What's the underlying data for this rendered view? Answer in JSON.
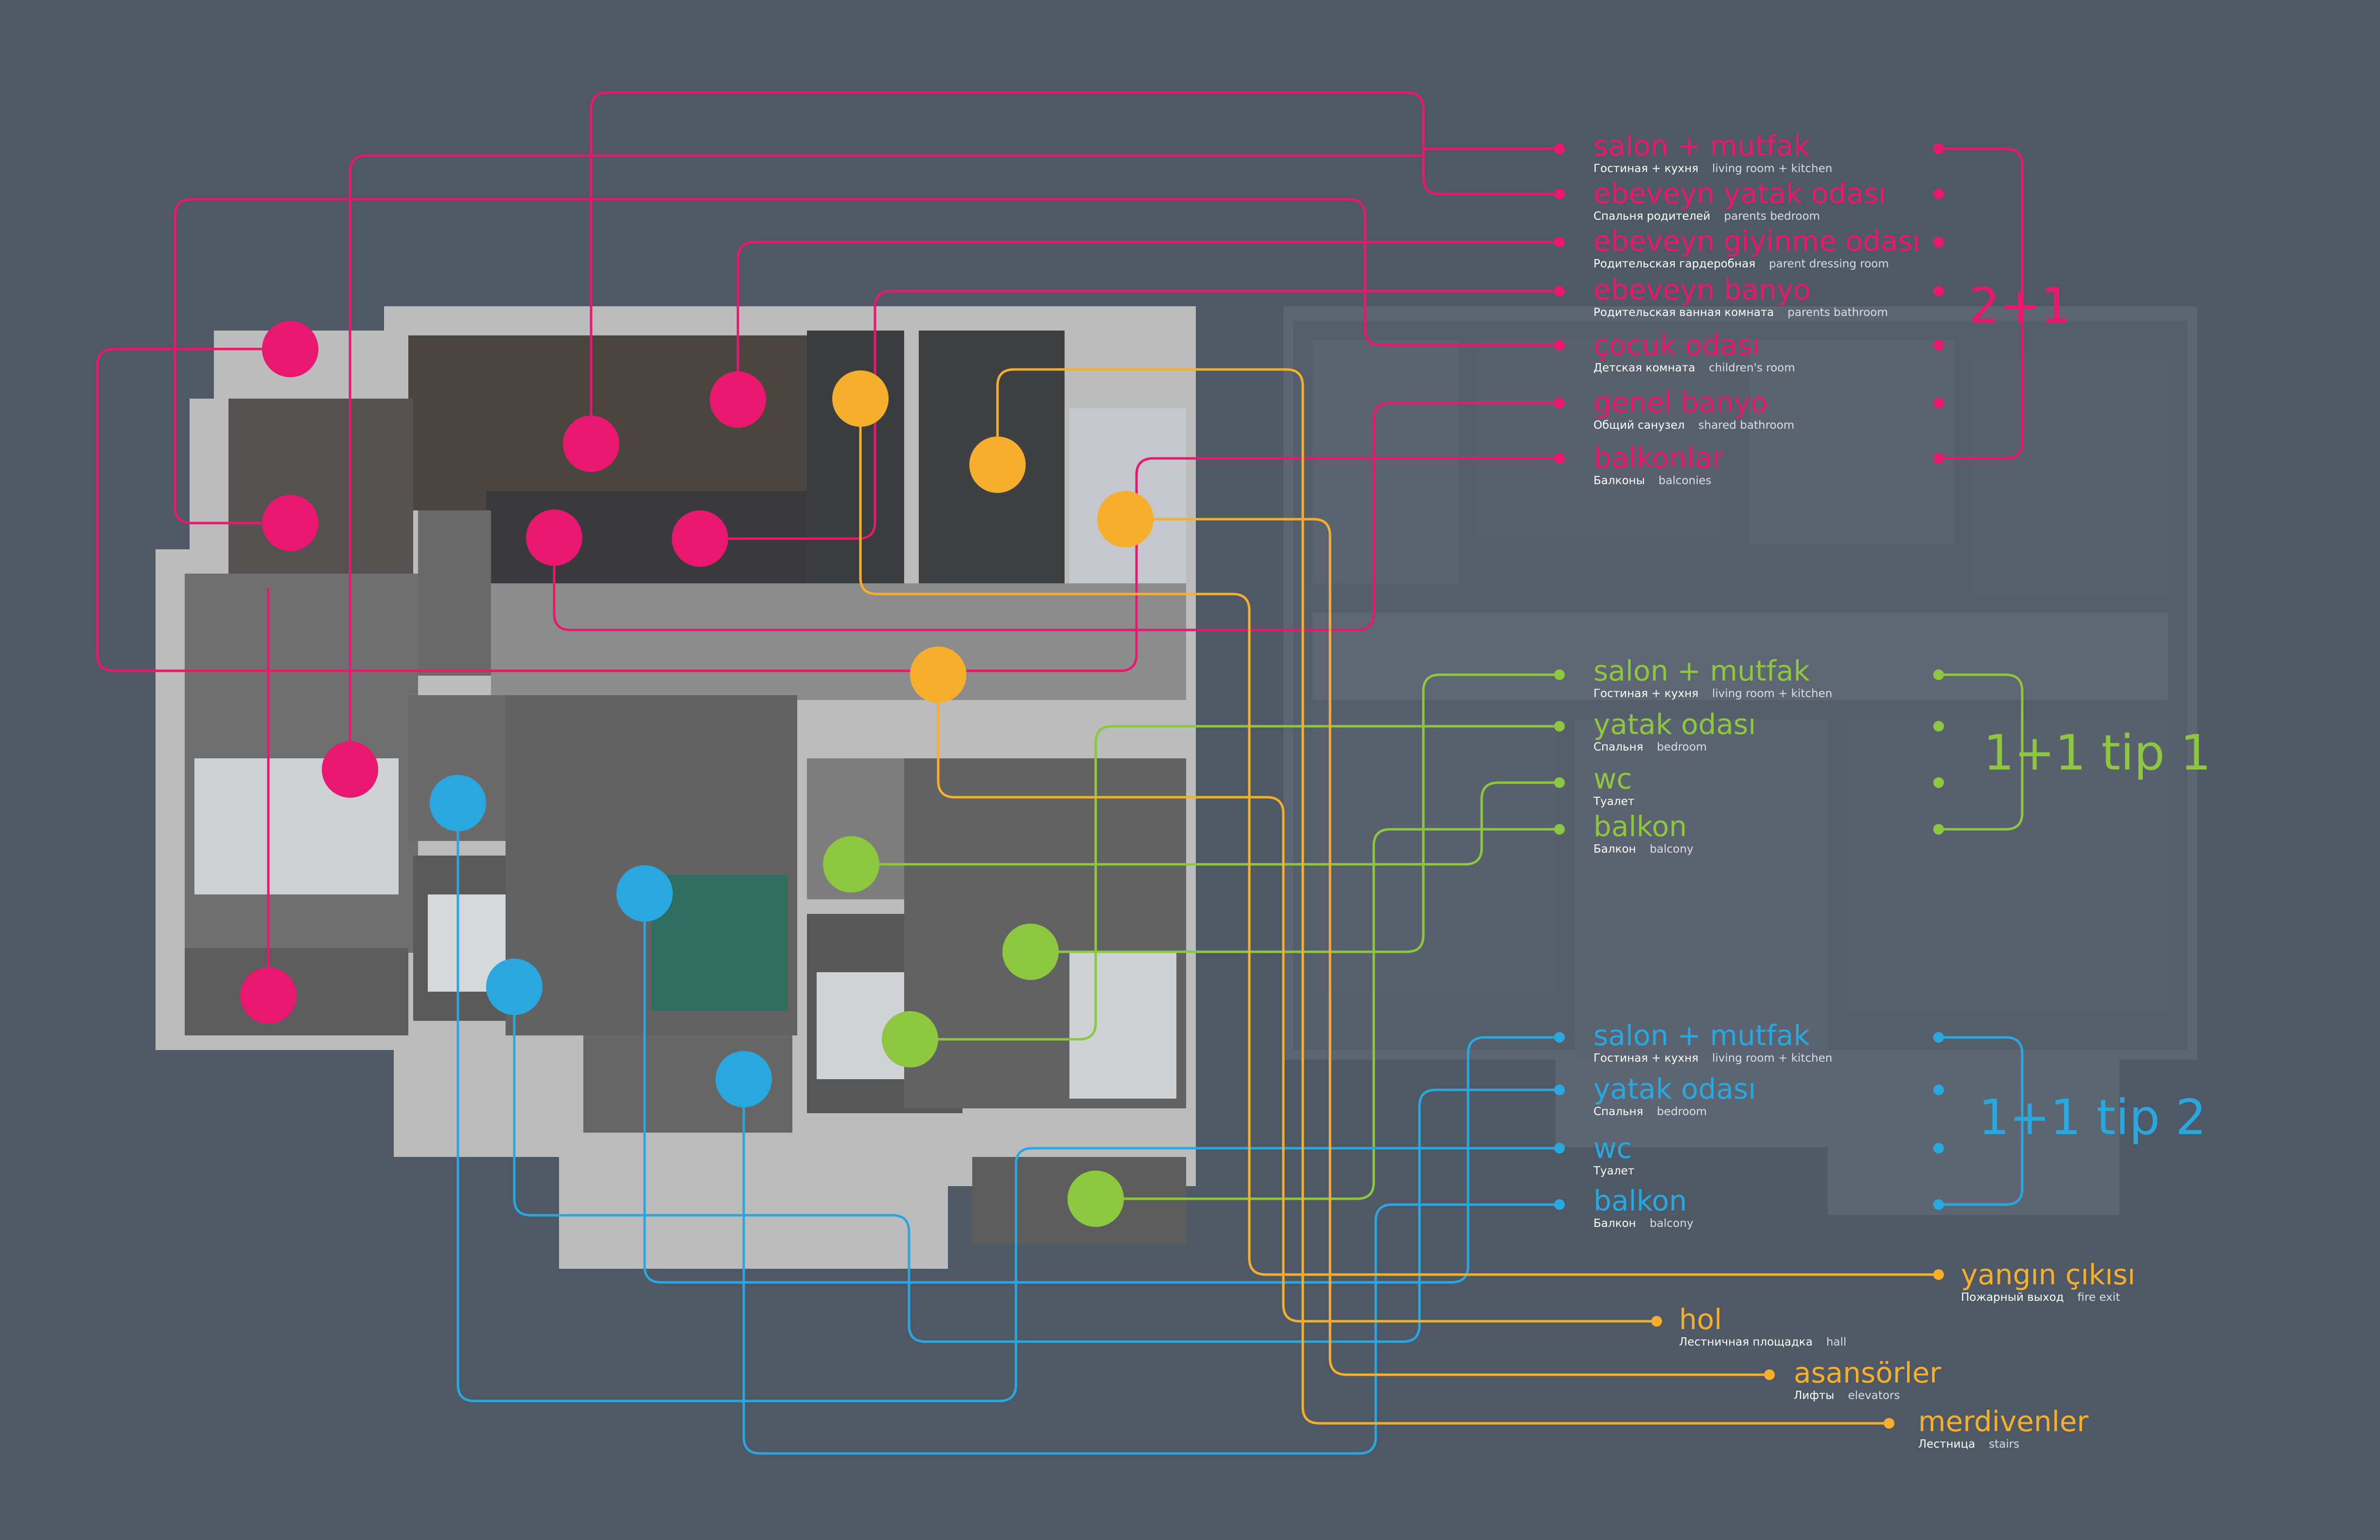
{
  "colors": {
    "background": "#4f5966",
    "magenta": "#e8176f",
    "green": "#8dc63f",
    "blue": "#29a8e0",
    "orange": "#f6ae2d"
  },
  "groups": {
    "g21": "2+1",
    "g11a": "1+1 tip 1",
    "g11b": "1+1 tip 2"
  },
  "legend_21": [
    {
      "tr": "salon + mutfak",
      "ru": "Гостиная + кухня",
      "en": "living room + kitchen"
    },
    {
      "tr": "ebeveyn yatak odası",
      "ru": "Спальня родителей",
      "en": "parents bedroom"
    },
    {
      "tr": "ebeveyn giyinme odası",
      "ru": "Родительская гардеробная",
      "en": "parent dressing room"
    },
    {
      "tr": "ebeveyn banyo",
      "ru": "Родительская ванная комната",
      "en": "parents bathroom"
    },
    {
      "tr": "çocuk odası",
      "ru": "Детская комната",
      "en": "children's room"
    },
    {
      "tr": "genel banyo",
      "ru": "Общий санузел",
      "en": "shared bathroom"
    },
    {
      "tr": "balkonlar",
      "ru": "Балконы",
      "en": "balconies"
    }
  ],
  "legend_11a": [
    {
      "tr": "salon + mutfak",
      "ru": "Гостиная + кухня",
      "en": "living room + kitchen"
    },
    {
      "tr": "yatak odası",
      "ru": "Спальня",
      "en": "bedroom"
    },
    {
      "tr": "wc",
      "ru": "Туалет",
      "en": ""
    },
    {
      "tr": "balkon",
      "ru": "Балкон",
      "en": "balcony"
    }
  ],
  "legend_11b": [
    {
      "tr": "salon + mutfak",
      "ru": "Гостиная + кухня",
      "en": "living room + kitchen"
    },
    {
      "tr": "yatak odası",
      "ru": "Спальня",
      "en": "bedroom"
    },
    {
      "tr": "wc",
      "ru": "Туалет",
      "en": ""
    },
    {
      "tr": "balkon",
      "ru": "Балкон",
      "en": "balcony"
    }
  ],
  "legend_common": [
    {
      "tr": "yangın çıkısı",
      "ru": "Пожарный выход",
      "en": "fire exit"
    },
    {
      "tr": "hol",
      "ru": "Лестничная площадка",
      "en": "hall"
    },
    {
      "tr": "asansörler",
      "ru": "Лифты",
      "en": "elevators"
    },
    {
      "tr": "merdivenler",
      "ru": "Лестница",
      "en": "stairs"
    }
  ]
}
